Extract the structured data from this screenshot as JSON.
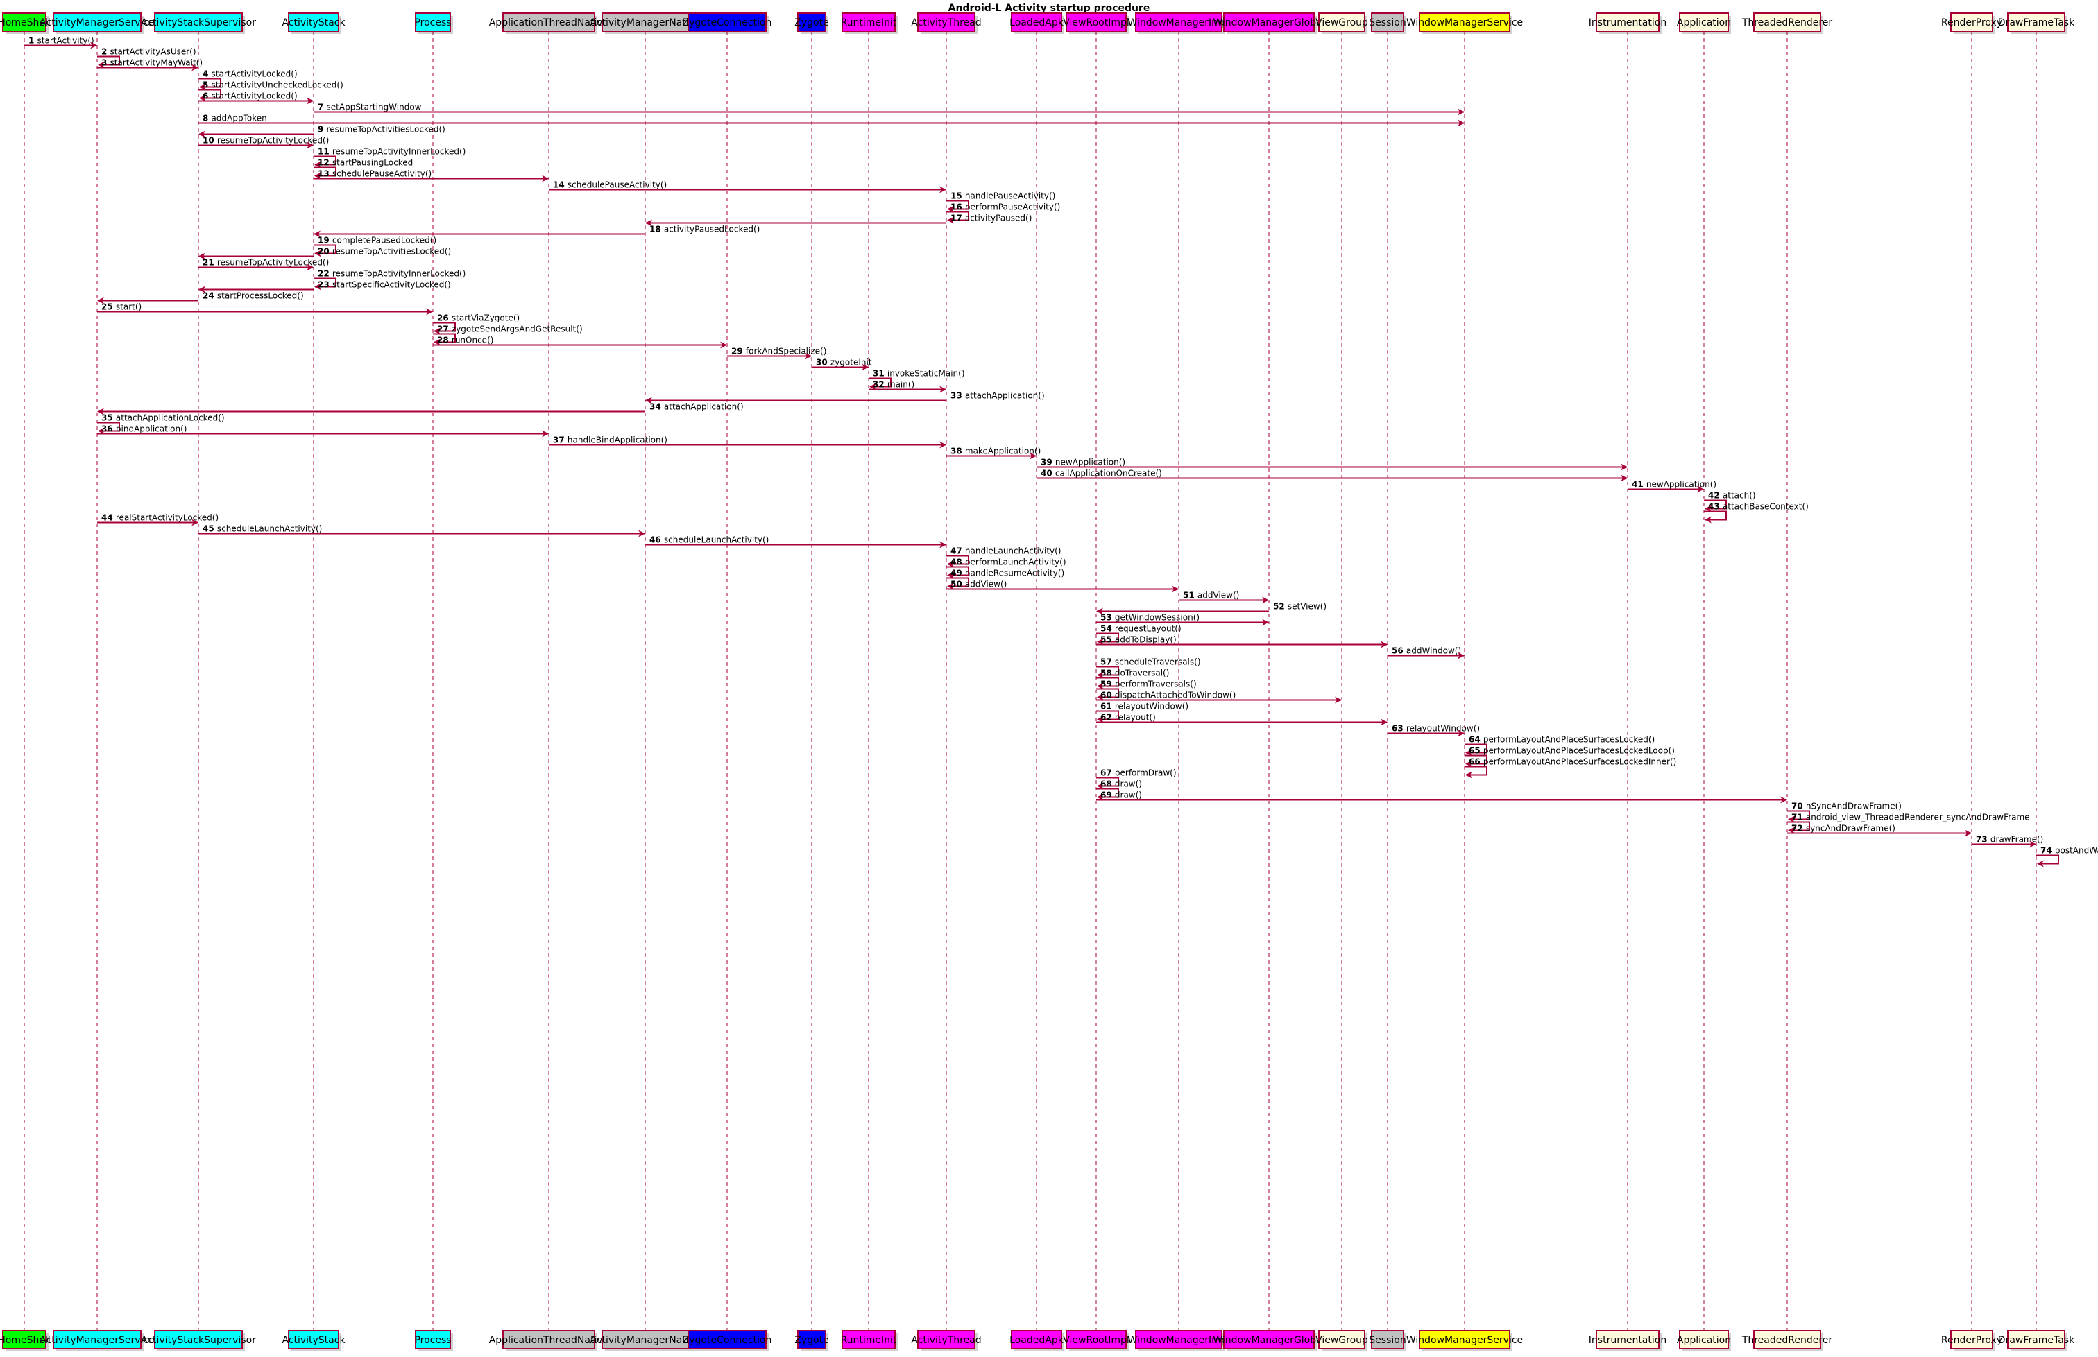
{
  "title": "Android-L Activity startup procedure",
  "colors": {
    "line": "#a80036",
    "background": "#ffffff"
  },
  "participants": [
    {
      "name": "HomeShell",
      "fill": "#00ff00"
    },
    {
      "name": "ActivityManagerService",
      "fill": "#00ffff"
    },
    {
      "name": "ActivityStackSupervisor",
      "fill": "#00ffff"
    },
    {
      "name": "ActivityStack",
      "fill": "#00ffff"
    },
    {
      "name": "Process",
      "fill": "#00ffff"
    },
    {
      "name": "ApplicationThreadNative",
      "fill": "#c0c0c0"
    },
    {
      "name": "ActivityManagerNative",
      "fill": "#c0c0c0"
    },
    {
      "name": "ZygoteConnection",
      "fill": "#0000ff"
    },
    {
      "name": "Zygote",
      "fill": "#0000ff"
    },
    {
      "name": "RuntimeInit",
      "fill": "#ff00ff"
    },
    {
      "name": "ActivityThread",
      "fill": "#ff00ff"
    },
    {
      "name": "LoadedApk",
      "fill": "#ff00ff"
    },
    {
      "name": "ViewRootImpl",
      "fill": "#ff00ff"
    },
    {
      "name": "WindowManagerImpl",
      "fill": "#ff00ff"
    },
    {
      "name": "WindowManagerGlobal",
      "fill": "#ff00ff"
    },
    {
      "name": "ViewGroup",
      "fill": "#fffade"
    },
    {
      "name": "Session",
      "fill": "#c0c0c0"
    },
    {
      "name": "WindowManagerService",
      "fill": "#ffff00"
    },
    {
      "name": "Instrumentation",
      "fill": "#fffade"
    },
    {
      "name": "Application",
      "fill": "#fffade"
    },
    {
      "name": "ThreadedRenderer",
      "fill": "#fffade"
    },
    {
      "name": "RenderProxy",
      "fill": "#fffade"
    },
    {
      "name": "DrawFrameTask",
      "fill": "#fffade"
    }
  ],
  "messages": [
    {
      "num": "1",
      "label": "startActivity()",
      "from": 0,
      "to": 1
    },
    {
      "num": "2",
      "label": "startActivityAsUser()",
      "from": 1,
      "to": 1
    },
    {
      "num": "3",
      "label": "startActivityMayWait()",
      "from": 1,
      "to": 2
    },
    {
      "num": "4",
      "label": "startActivityLocked()",
      "from": 2,
      "to": 2
    },
    {
      "num": "5",
      "label": "startActivityUncheckedLocked()",
      "from": 2,
      "to": 2
    },
    {
      "num": "6",
      "label": "startActivityLocked()",
      "from": 2,
      "to": 3
    },
    {
      "num": "7",
      "label": "setAppStartingWindow",
      "from": 3,
      "to": 17
    },
    {
      "num": "8",
      "label": "addAppToken",
      "from": 2,
      "to": 17
    },
    {
      "num": "9",
      "label": "resumeTopActivitiesLocked()",
      "from": 3,
      "to": 2
    },
    {
      "num": "10",
      "label": "resumeTopActivityLocked()",
      "from": 2,
      "to": 3
    },
    {
      "num": "11",
      "label": "resumeTopActivityInnerLocked()",
      "from": 3,
      "to": 3
    },
    {
      "num": "12",
      "label": "startPausingLocked",
      "from": 3,
      "to": 3
    },
    {
      "num": "13",
      "label": "schedulePauseActivity()",
      "from": 3,
      "to": 5
    },
    {
      "num": "14",
      "label": "schedulePauseActivity()",
      "from": 5,
      "to": 10
    },
    {
      "num": "15",
      "label": "handlePauseActivity()",
      "from": 10,
      "to": 10
    },
    {
      "num": "16",
      "label": "performPauseActivity()",
      "from": 10,
      "to": 10
    },
    {
      "num": "17",
      "label": "activityPaused()",
      "from": 10,
      "to": 6
    },
    {
      "num": "18",
      "label": "activityPausedLocked()",
      "from": 6,
      "to": 3
    },
    {
      "num": "19",
      "label": "completePausedLocked()",
      "from": 3,
      "to": 3
    },
    {
      "num": "20",
      "label": "resumeTopActivitiesLocked()",
      "from": 3,
      "to": 2
    },
    {
      "num": "21",
      "label": "resumeTopActivityLocked()",
      "from": 2,
      "to": 3
    },
    {
      "num": "22",
      "label": "resumeTopActivityInnerLocked()",
      "from": 3,
      "to": 3
    },
    {
      "num": "23",
      "label": "startSpecificActivityLocked()",
      "from": 3,
      "to": 2
    },
    {
      "num": "24",
      "label": "startProcessLocked()",
      "from": 2,
      "to": 1
    },
    {
      "num": "25",
      "label": "start()",
      "from": 1,
      "to": 4
    },
    {
      "num": "26",
      "label": "startViaZygote()",
      "from": 4,
      "to": 4
    },
    {
      "num": "27",
      "label": "zygoteSendArgsAndGetResult()",
      "from": 4,
      "to": 4
    },
    {
      "num": "28",
      "label": "runOnce()",
      "from": 4,
      "to": 7
    },
    {
      "num": "29",
      "label": "forkAndSpecialize()",
      "from": 7,
      "to": 8
    },
    {
      "num": "30",
      "label": "zygoteInit",
      "from": 8,
      "to": 9
    },
    {
      "num": "31",
      "label": "invokeStaticMain()",
      "from": 9,
      "to": 9
    },
    {
      "num": "32",
      "label": "main()",
      "from": 9,
      "to": 10
    },
    {
      "num": "33",
      "label": "attachApplication()",
      "from": 10,
      "to": 6
    },
    {
      "num": "34",
      "label": "attachApplication()",
      "from": 6,
      "to": 1
    },
    {
      "num": "35",
      "label": "attachApplicationLocked()",
      "from": 1,
      "to": 1
    },
    {
      "num": "36",
      "label": "bindApplication()",
      "from": 1,
      "to": 5
    },
    {
      "num": "37",
      "label": "handleBindApplication()",
      "from": 5,
      "to": 10
    },
    {
      "num": "38",
      "label": "makeApplication()",
      "from": 10,
      "to": 11
    },
    {
      "num": "39",
      "label": "newApplication()",
      "from": 11,
      "to": 18
    },
    {
      "num": "40",
      "label": "callApplicationOnCreate()",
      "from": 11,
      "to": 18
    },
    {
      "num": "41",
      "label": "newApplication()",
      "from": 18,
      "to": 19
    },
    {
      "num": "42",
      "label": "attach()",
      "from": 19,
      "to": 19
    },
    {
      "num": "43",
      "label": "attachBaseContext()",
      "from": 19,
      "to": 19
    },
    {
      "num": "44",
      "label": "realStartActivityLocked()",
      "from": 1,
      "to": 2
    },
    {
      "num": "45",
      "label": "scheduleLaunchActivity()",
      "from": 2,
      "to": 6
    },
    {
      "num": "46",
      "label": "scheduleLaunchActivity()",
      "from": 6,
      "to": 10
    },
    {
      "num": "47",
      "label": "handleLaunchActivity()",
      "from": 10,
      "to": 10
    },
    {
      "num": "48",
      "label": "performLaunchActivity()",
      "from": 10,
      "to": 10
    },
    {
      "num": "49",
      "label": "handleResumeActivity()",
      "from": 10,
      "to": 10
    },
    {
      "num": "50",
      "label": "addView()",
      "from": 10,
      "to": 13
    },
    {
      "num": "51",
      "label": "addView()",
      "from": 13,
      "to": 14
    },
    {
      "num": "52",
      "label": "setView()",
      "from": 14,
      "to": 12
    },
    {
      "num": "53",
      "label": "getWindowSession()",
      "from": 12,
      "to": 14
    },
    {
      "num": "54",
      "label": "requestLayout()",
      "from": 12,
      "to": 12
    },
    {
      "num": "55",
      "label": "addToDisplay()",
      "from": 12,
      "to": 16
    },
    {
      "num": "56",
      "label": "addWindow()",
      "from": 16,
      "to": 17
    },
    {
      "num": "57",
      "label": "scheduleTraversals()",
      "from": 12,
      "to": 12
    },
    {
      "num": "58",
      "label": "doTraversal()",
      "from": 12,
      "to": 12
    },
    {
      "num": "59",
      "label": "performTraversals()",
      "from": 12,
      "to": 12
    },
    {
      "num": "60",
      "label": "dispatchAttachedToWindow()",
      "from": 12,
      "to": 15
    },
    {
      "num": "61",
      "label": "relayoutWindow()",
      "from": 12,
      "to": 12
    },
    {
      "num": "62",
      "label": "relayout()",
      "from": 12,
      "to": 16
    },
    {
      "num": "63",
      "label": "relayoutWindow()",
      "from": 16,
      "to": 17
    },
    {
      "num": "64",
      "label": "performLayoutAndPlaceSurfacesLocked()",
      "from": 17,
      "to": 17
    },
    {
      "num": "65",
      "label": "performLayoutAndPlaceSurfacesLockedLoop()",
      "from": 17,
      "to": 17
    },
    {
      "num": "66",
      "label": "performLayoutAndPlaceSurfacesLockedInner()",
      "from": 17,
      "to": 17
    },
    {
      "num": "67",
      "label": "performDraw()",
      "from": 12,
      "to": 12
    },
    {
      "num": "68",
      "label": "draw()",
      "from": 12,
      "to": 12
    },
    {
      "num": "69",
      "label": "draw()",
      "from": 12,
      "to": 20
    },
    {
      "num": "70",
      "label": "nSyncAndDrawFrame()",
      "from": 20,
      "to": 20
    },
    {
      "num": "71",
      "label": "android_view_ThreadedRenderer_syncAndDrawFrame",
      "from": 20,
      "to": 20
    },
    {
      "num": "72",
      "label": "syncAndDrawFrame()",
      "from": 20,
      "to": 21
    },
    {
      "num": "73",
      "label": "drawFrame()",
      "from": 21,
      "to": 22
    },
    {
      "num": "74",
      "label": "postAndWait()",
      "from": 22,
      "to": 22
    }
  ]
}
